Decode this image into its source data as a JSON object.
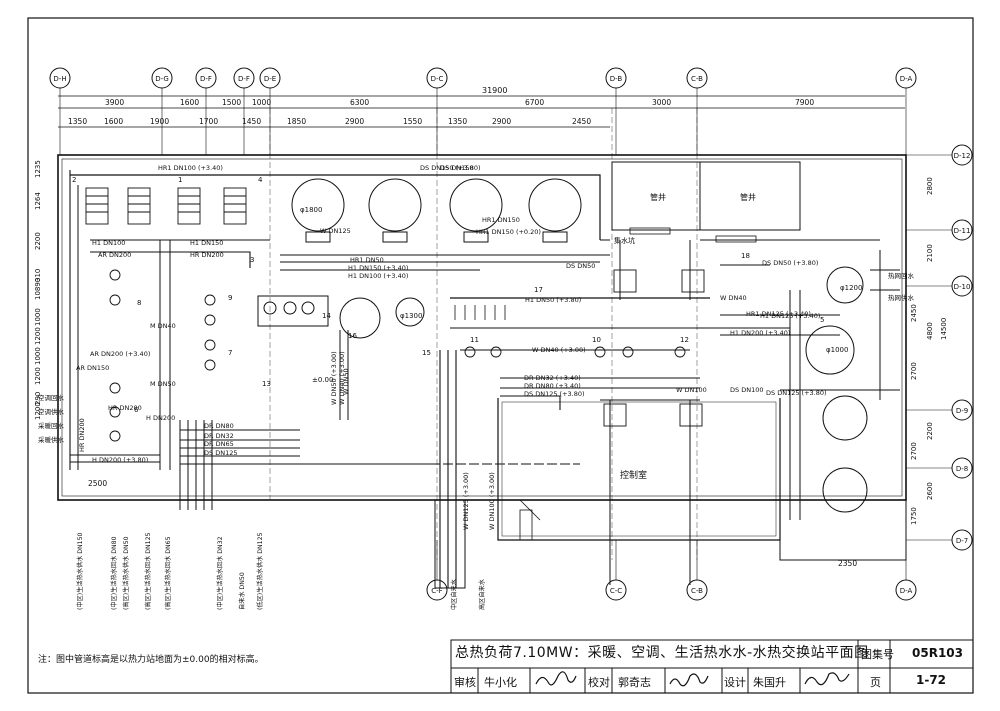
{
  "title_block": {
    "title": "总热负荷7.10MW：采暖、空调、生活热水水-水热交换站平面图",
    "atlas_label": "图集号",
    "atlas_no": "05R103",
    "page_label": "页",
    "page_no": "1-72",
    "review_label": "审核",
    "review_name": "牛小化",
    "check_label": "校对",
    "check_name": "郭奇志",
    "design_label": "设计",
    "design_name": "朱国升"
  },
  "note": "注：图中管道标高是以热力站地面为±0.00的相对标高。",
  "axes_top": [
    "D-H",
    "D-G",
    "D-F",
    "D-F",
    "D-E",
    "D-C",
    "D-B",
    "C-B",
    "D-A"
  ],
  "axes_right": [
    "D-12",
    "D-11",
    "D-10",
    "D-9",
    "D-8",
    "D-7"
  ],
  "axes_bottom": [
    "C-F",
    "C-C",
    "C-B",
    "D-A"
  ],
  "dims_top_total": "31900",
  "dims_top_row1": [
    "3900",
    "1600",
    "1500",
    "1000",
    "6300",
    "6700",
    "3000",
    "7900"
  ],
  "dims_top_row2": [
    "1350",
    "1600",
    "1900",
    "1700",
    "1450",
    "1850",
    "2900",
    "1550",
    "1350",
    "2900",
    "2450"
  ],
  "dims_right": [
    "2800",
    "2100",
    "2450",
    "4800",
    "14500",
    "2700",
    "2200",
    "2700",
    "2600",
    "1750"
  ],
  "dims_left": [
    "1235",
    "1264",
    "2200",
    "310",
    "10890",
    "1000",
    "1200",
    "1000",
    "1200",
    "290",
    "1200"
  ],
  "dims_bottom": [
    "2500",
    "2350"
  ],
  "room_labels": [
    "管井",
    "管井",
    "控制室",
    "集水坑"
  ],
  "pipe_labels": [
    "HR1 DN100 (+3.40)",
    "DS DN150 (+3.80)",
    "H1 DN100",
    "H1 DN150",
    "AR DN200",
    "HR DN200",
    "W DN125",
    "HR1 DN150",
    "H1 DN150 (+3.40)",
    "H1 DN100 (+3.40)",
    "DS DN50",
    "HR1 DN50",
    "H1 DN50 (+3.80)",
    "H1 DN125 (+3.40)",
    "H1 DN200 (+3.40)",
    "W DN40 (+3.00)",
    "DR DN32 (+3.40)",
    "DR DN80 (+3.40)",
    "DS DN125 (+3.80)",
    "W DN100",
    "DS DN100",
    "W DN40",
    "M DN40",
    "AR DN200 (+3.40)",
    "M DN50",
    "HR DN200",
    "H DN200",
    "H DN200 (+3.80)",
    "DR DN80",
    "DR DN32",
    "DR DN65",
    "DS DN125",
    "W DN50",
    "W DN125 (+3.00)",
    "W DN100 (+3.00)",
    "DS DN125 (+3.80)",
    "DS DN50 (+3.80)",
    "HR1 DN125 (+3.40)",
    "DS DN150",
    "AR DN150",
    "HR DN200",
    "W DN50 (+3.00)",
    "W DN40 (+3.00)",
    "HR1 DN150 (+0.20)"
  ],
  "equipment_labels": [
    "φ1800",
    "φ1300",
    "φ1200",
    "φ1000",
    "±0.00",
    "1",
    "2",
    "3",
    "4",
    "5",
    "6",
    "7",
    "8",
    "9",
    "10",
    "11",
    "12",
    "13",
    "14",
    "15",
    "16",
    "17",
    "18"
  ],
  "vertical_side_labels": [
    "空调回水",
    "空调供水",
    "采暖回水",
    "采暖供水",
    "热网回水",
    "热网供水"
  ],
  "bottom_vertical_labels": [
    "(中区)生活热水供水 DN150",
    "(中区)生活热水回水 DN80",
    "(高区)生活热水供水 DN50",
    "(高区)生活热水回水 DN125",
    "(高区)生活热水回水 DN65",
    "(中区)生活热水回水 DN32",
    "自来水 DN50",
    "(低区)生活热水供水 DN125",
    "中区自来水",
    "高区自来水"
  ],
  "elevations": [
    "+3.40",
    "+3.80",
    "+3.00",
    "+0.20"
  ]
}
